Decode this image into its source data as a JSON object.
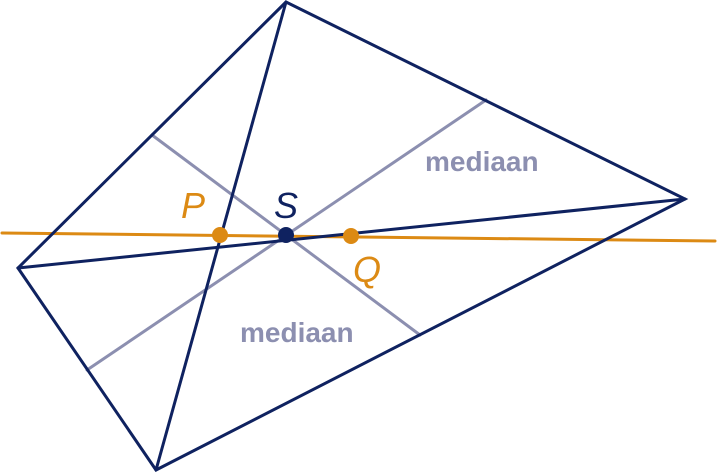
{
  "colors": {
    "quadrilateral": "#0f2260",
    "median": "#8c8fb0",
    "line": "#dc8a14",
    "background": "#ffffff"
  },
  "labels": {
    "point_s": "S",
    "point_p": "P",
    "point_q": "Q",
    "median_upper": "mediaan",
    "median_lower": "mediaan"
  }
}
